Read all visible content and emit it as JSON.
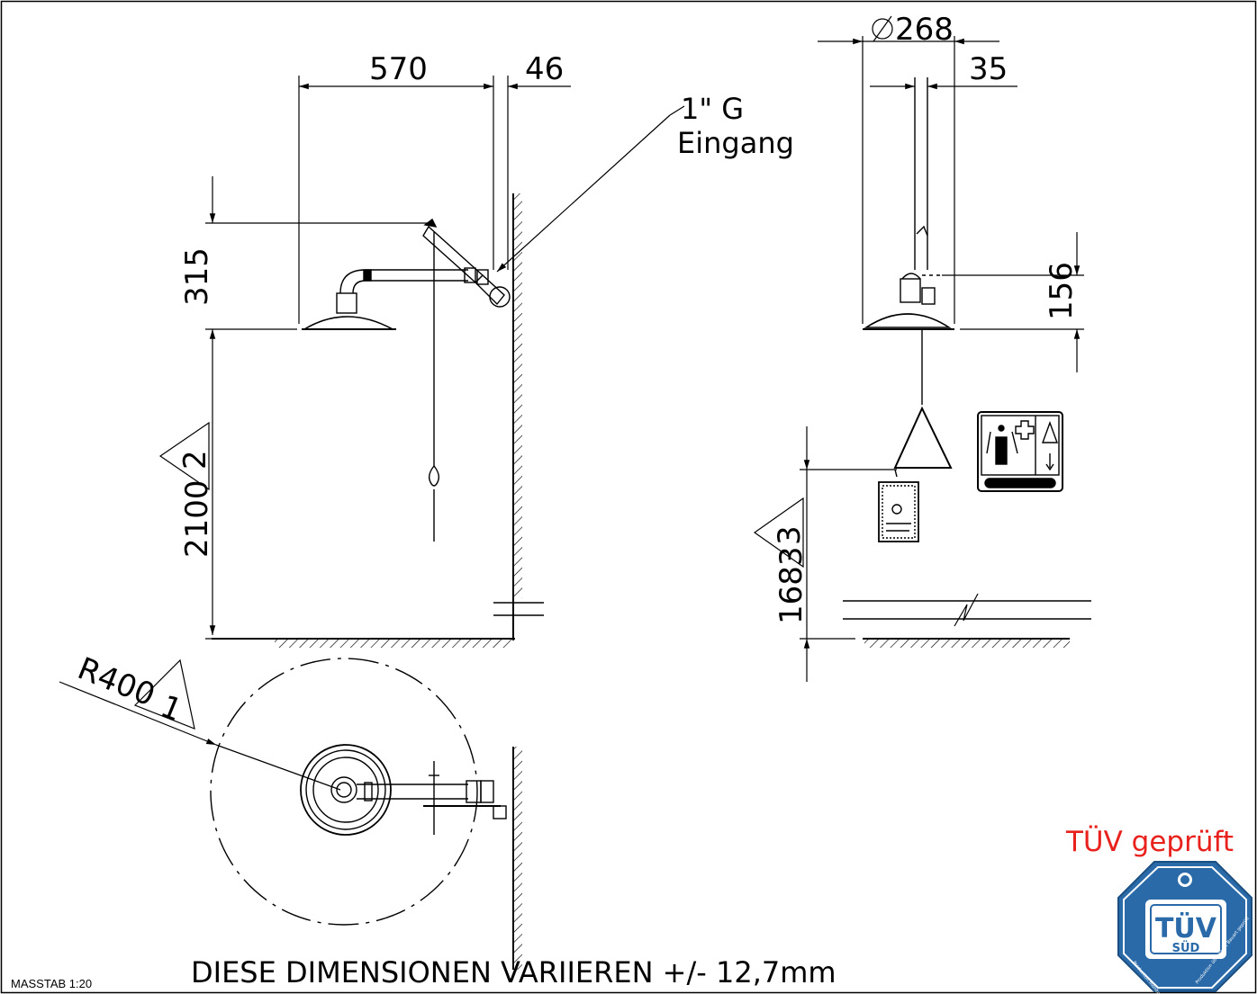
{
  "drawing": {
    "dimensions": {
      "width_arm": "570",
      "offset": "46",
      "height_head": "315",
      "mount_height": "2100",
      "head_diameter": "268",
      "pipe_width": "35",
      "pipe_offset": "156",
      "handle_height": "1683",
      "radius": "R400"
    },
    "callouts": {
      "inlet_line1": "1\" G",
      "inlet_line2": "Eingang"
    },
    "notes": {
      "tag1": "1",
      "tag2": "2",
      "tag3": "3"
    },
    "scale_label": "MASSTAB 1:20",
    "tolerance_note": "DIESE DIMENSIONEN VARIIEREN +/- 12,7mm"
  },
  "certification": {
    "title": "TÜV geprüft",
    "badge_main": "TÜV",
    "badge_sub": "SÜD",
    "badge_text_left": "Production monitored Type tested",
    "badge_text_right": "Produktion überwacht Bauart geprüft",
    "badge_color": "#2a6aa8",
    "title_color": "#e8211d"
  }
}
